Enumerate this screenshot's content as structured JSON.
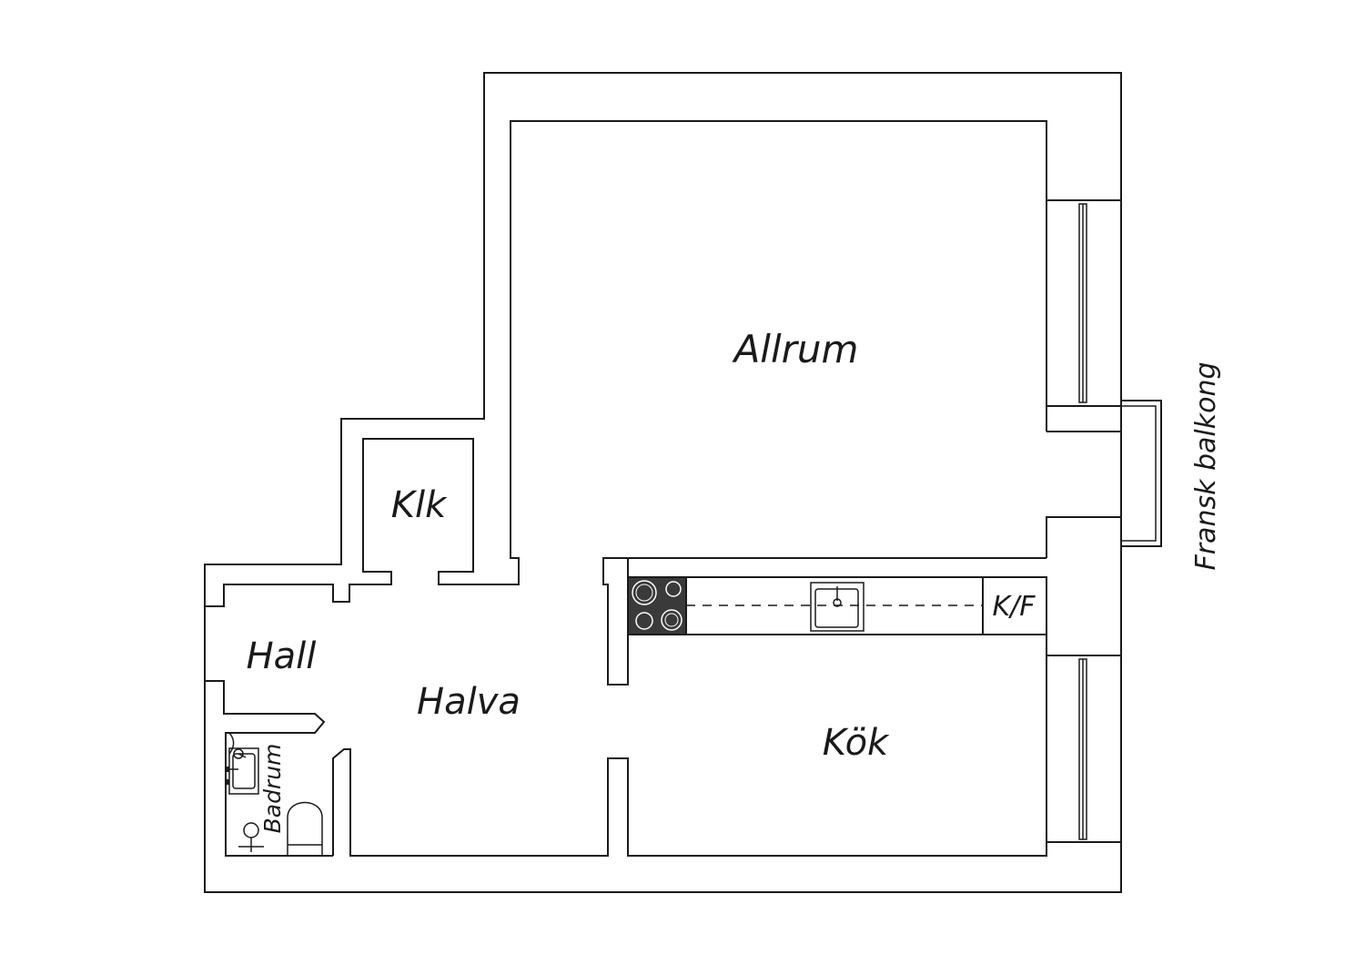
{
  "rooms": {
    "allrum": "Allrum",
    "klk": "Klk",
    "hall": "Hall",
    "halva": "Halva",
    "kok": "Kök",
    "badrum": "Badrum"
  },
  "fixtures": {
    "fridge_freezer": "K/F"
  },
  "balcony": {
    "label": "Fransk balkong"
  },
  "colors": {
    "walls": "#1a1a1a",
    "background": "#ffffff",
    "stove": "#3a3a3a"
  },
  "icons": [
    "stove-icon",
    "kitchen-sink-icon",
    "toilet-icon",
    "washbasin-icon",
    "shower-icon"
  ]
}
